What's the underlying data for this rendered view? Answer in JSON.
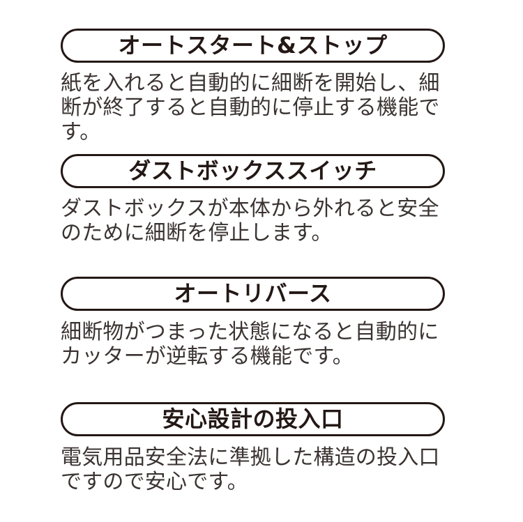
{
  "page": {
    "background_color": "#ffffff",
    "header_stroke_color": "#231815",
    "header_text_color": "#231815",
    "body_text_color": "#3a3331"
  },
  "features": [
    {
      "title": "オートスタート&ストップ",
      "description": "紙を入れると自動的に細断を開始し、細断が終了すると自動的に停止する機能です。"
    },
    {
      "title": "ダストボックススイッチ",
      "description": "ダストボックスが本体から外れると安全のために細断を停止します。"
    },
    {
      "title": "オートリバース",
      "description": "細断物がつまった状態になると自動的にカッターが逆転する機能です。"
    },
    {
      "title": "安心設計の投入口",
      "description": "電気用品安全法に準拠した構造の投入口ですので安心です。"
    }
  ]
}
